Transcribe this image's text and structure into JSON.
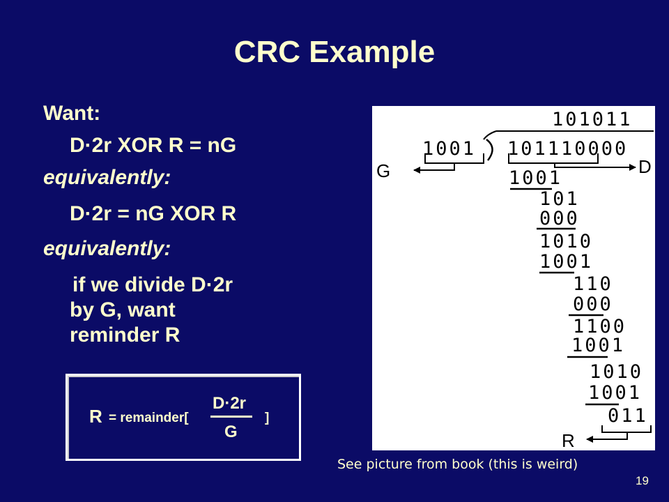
{
  "slide": {
    "title": "CRC Example",
    "lines": [
      "Want:",
      "D·2r XOR R = nG",
      "equivalently:",
      "D·2r = nG XOR R",
      "equivalently:",
      "if we divide D·2r",
      "by G, want",
      "reminder R"
    ],
    "formula": {
      "r_label": "R",
      "equals_remainder": "= remainder[",
      "numerator": "D·2r",
      "denominator": "G",
      "close_bracket": "]"
    },
    "caption": "See picture from book (this is weird)",
    "page_number": "19"
  },
  "division": {
    "quotient": "101011",
    "divisor": "1001",
    "dividend": "101110000",
    "label_g": "G",
    "label_d": "D",
    "label_r": "R",
    "steps": [
      "1001",
      "101",
      "000",
      "1010",
      "1001",
      "110",
      "000",
      "1100",
      "1001",
      "1010",
      "1001",
      "011"
    ]
  }
}
